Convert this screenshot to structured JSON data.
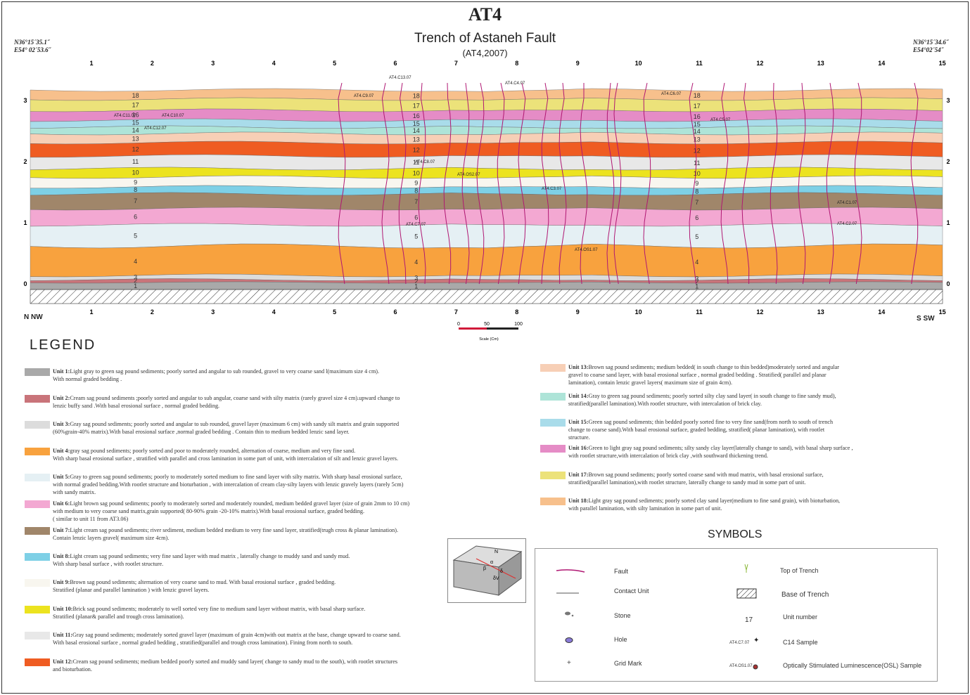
{
  "header": {
    "title": "AT4",
    "subtitle": "Trench of Astaneh Fault",
    "subsubtitle": "(AT4,2007)",
    "coord_left": [
      "N36°15´35.1˝",
      "E54° 02´53.6˝"
    ],
    "coord_right": [
      "N36°15´34.6˝",
      "E54°02´54˝"
    ],
    "dir_left": "N NW",
    "dir_right": "S SW"
  },
  "section": {
    "x_ticks": [
      "1",
      "2",
      "3",
      "4",
      "5",
      "6",
      "7",
      "8",
      "9",
      "10",
      "11",
      "12",
      "13",
      "14",
      "15"
    ],
    "y_ticks": [
      "0",
      "1",
      "2",
      "3"
    ],
    "scale_labels": [
      "0",
      "50",
      "100"
    ],
    "scale_unit": "Scale (Cm)",
    "units": [
      {
        "id": "18",
        "label": "18",
        "color": "#f7c08c"
      },
      {
        "id": "17",
        "label": "17",
        "color": "#ece27a"
      },
      {
        "id": "16",
        "label": "16",
        "color": "#e58cc6"
      },
      {
        "id": "15",
        "label": "15",
        "color": "#a9dcea"
      },
      {
        "id": "14",
        "label": "14",
        "color": "#aee4d8"
      },
      {
        "id": "13",
        "label": "13",
        "color": "#f7cfb6"
      },
      {
        "id": "12",
        "label": "12",
        "color": "#ef5c22"
      },
      {
        "id": "11",
        "label": "11",
        "color": "#e8e8e8"
      },
      {
        "id": "10",
        "label": "10",
        "color": "#ece31f"
      },
      {
        "id": "9",
        "label": "9",
        "color": "#f8f6ef"
      },
      {
        "id": "8",
        "label": "8",
        "color": "#7ed0e6"
      },
      {
        "id": "7",
        "label": "7",
        "color": "#a0866a"
      },
      {
        "id": "6",
        "label": "6",
        "color": "#f3a8d2"
      },
      {
        "id": "5",
        "label": "5",
        "color": "#e5f0f4"
      },
      {
        "id": "4",
        "label": "4",
        "color": "#f8a23e"
      },
      {
        "id": "3",
        "label": "3",
        "color": "#dcdcdc"
      },
      {
        "id": "2",
        "label": "2",
        "color": "#c9747a"
      },
      {
        "id": "1",
        "label": "1",
        "color": "#a9a9a9"
      }
    ],
    "samples": [
      "AT4.C13.07",
      "AT4.C9.07",
      "AT4.C10.07",
      "AT4.C12.07",
      "AT4.C11.07",
      "AT4.C8.07",
      "AT4.OS2.07",
      "AT4.C5.07",
      "AT4.C7.07",
      "AT4.OS1.07",
      "AT4.C6.07",
      "AT4.C4.07",
      "AT4.C3.07",
      "AT4.C1.07",
      "AT4.C2.07"
    ]
  },
  "legend": {
    "title": "LEGEND",
    "items": [
      {
        "unit": "Unit 1:",
        "color": "#a9a9a9",
        "text": "Light gray to green sag pound sediments; poorly sorted and angular to sub rounded, gravel to  very coarse sand l(maximum size  4 cm).",
        "text2": "With normal graded bedding ."
      },
      {
        "unit": "Unit 2:",
        "color": "#c9747a",
        "text": "Cream sag pound sediments ;poorly sorted and angular to sub angular, coarse sand with silty matrix (rarely gravel size 4 cm).upward change to",
        "text2": "lenzic buffy sand .With basal erosional  surface , normal graded bedding."
      },
      {
        "unit": "Unit 3:",
        "color": "#dcdcdc",
        "text": "Gray sag pound sediments; poorly sorted and angular to sub rounded, gravel layer (maximum 6 cm) with sandy silt matrix and grain supported",
        "text2": "(60%grain-40% matrix).With basal erosional surface ,normal graded bedding . Contain thin to medium bedded lenzic sand layer."
      },
      {
        "unit": "Unit 4:",
        "color": "#f8a23e",
        "text": "gray sag pound sediments; poorly sorted and poor to moderately rounded, alternation of coarse, medium and very fine sand.",
        "text2": "With sharp basal erosional surface , stratified  with parallel and cross lamination in some part of unit, with intercalation of silt and lenzic gravel layers."
      },
      {
        "unit": "Unit 5:",
        "color": "#e5f0f4",
        "text": "Gray to green sag pound sediments; poorly to moderately sorted medium to fine sand layer with silty matrix. With sharp basal erosional surface,",
        "text2": "with normal graded bedding.With rootlet structure and bioturbation , with intercalation of cream clay-silty layers with lenzic gravely layers (rarely 5cm)",
        "text3": "with sandy matrix."
      },
      {
        "unit": "Unit 6:",
        "color": "#f3a8d2",
        "text": "Light brown sag pound sediments; poorly to moderately sorted and moderately rounded, medium bedded gravel layer (size of grain 2mm to 10 cm)",
        "text2": "with medium to very coarse sand matrix,grain supported( 80-90% grain -20-10% matrix).With basal  erosional surface, graded bedding.",
        "text3": "( similar to unit 11 from AT3.06)"
      },
      {
        "unit": "Unit 7:",
        "color": "#a0866a",
        "text": "Light cream sag pound sediments; river sediment, medium bedded medium to very fine sand layer,  stratified(trugh cross & planar lamination).",
        "text2": "Contain lenzic layers gravel( maximum size 4cm)."
      },
      {
        "unit": "Unit 8:",
        "color": "#7ed0e6",
        "text": "Light cream sag pound sediments; very fine sand layer with mud matrix , laterally change to muddy sand and sandy mud.",
        "text2": "With sharp basal surface , with rootlet structure."
      },
      {
        "unit": "Unit 9:",
        "color": "#f8f6ef",
        "text": "Brown sag pound sediments; alternation of very coarse sand to mud. With basal erosional surface , graded bedding.",
        "text2": "Stratified (planar and parallel lamination ) with lenzic gravel layers."
      },
      {
        "unit": "Unit 10:",
        "color": "#ece31f",
        "text": "Brick sag pound sediments; moderately to well sorted very fine  to medium sand  layer without matrix, with basal sharp surface.",
        "text2": "Stratified (planar& parallel and trough cross lamination)."
      },
      {
        "unit": "Unit 11:",
        "color": "#e8e8e8",
        "text": "Gray sag pound sediments; moderately sorted gravel layer (maximum of grain 4cm)with out matrix at the base, change upward to coarse sand.",
        "text2": "With basal erosional surface , normal graded bedding , stratified(parallel and trough cross lamination). Fining from north to south."
      },
      {
        "unit": "Unit 12:",
        "color": "#ef5c22",
        "text": "Cream sag pound sediments; medium bedded poorly sorted and  muddy sand layer( change to sandy mud to the south), with rootlet structures",
        "text2": "and bioturbation."
      },
      {
        "unit": "Unit 13:",
        "color": "#f7cfb6",
        "text": "Brown sag pound sediments; medium bedded( in south change to thin bedded)moderately sorted and angular",
        "text2": "gravel to coarse sand layer, with basal erosional surface , normal graded bedding . Stratified( parallel and planar",
        "text3": "lamination),  contain lenzic gravel layers( maximum size of grain 4cm)."
      },
      {
        "unit": "Unit 14:",
        "color": "#aee4d8",
        "text": "Gray to green sag pound sediments; poorly sorted silty clay sand layer( in south change to fine sandy mud),",
        "text2": "stratified(parallel lamination).With rootlet structure, with intercalation of brick clay."
      },
      {
        "unit": "Unit 15:",
        "color": "#a9dcea",
        "text": "Green sag pound sediments; thin bedded poorly sorted fine to very fine sand(from north to south of trench",
        "text2": "change to coarse sand).With basal erosional surface, graded bedding, stratified( planar lamination), with rootlet",
        "text3": "structure."
      },
      {
        "unit": "Unit 16:",
        "color": "#e58cc6",
        "text": "Green to light gray sag pound sediments; silty sandy clay layer(laterally change to sand), with basal sharp surface ,",
        "text2": "with rootlet structure,with intercalation of brick clay ,with southward thickening trend."
      },
      {
        "unit": "Unit 17:",
        "color": "#ece27a",
        "text": "Brown sag pound sediments; poorly sorted coarse sand with mud matrix, with basal erosional surface,",
        "text2": "stratified(parallel lamination),with rootlet structure, laterally change to sandy mud in some part of unit."
      },
      {
        "unit": "Unit 18:",
        "color": "#f7c08c",
        "text": "Light gray sag pound sediments; poorly sorted clay sand layer(medium to fine sand grain), with bioturbation,",
        "text2": "with parallel lamination, with silty lamination in some part of unit."
      }
    ]
  },
  "symbols": {
    "title": "SYMBOLS",
    "items": [
      {
        "name": "fault",
        "label": "Fault"
      },
      {
        "name": "contact-unit",
        "label": "Contact Unit"
      },
      {
        "name": "stone",
        "label": "Stone"
      },
      {
        "name": "hole",
        "label": "Hole"
      },
      {
        "name": "grid-mark",
        "label": "Grid Mark"
      },
      {
        "name": "top-of-trench",
        "label": "Top of Trench"
      },
      {
        "name": "base-of-trench",
        "label": "Base of Trench"
      },
      {
        "name": "unit-number",
        "label": "Unit number",
        "sample": "17"
      },
      {
        "name": "c14-sample",
        "label": "C14 Sample",
        "sample": "AT4.C7.07"
      },
      {
        "name": "osl-sample",
        "label": "Optically Stimulated Luminescence(OSL) Sample",
        "sample": "AT4.OS1.07"
      }
    ]
  },
  "block_diagram": {
    "labels": [
      "N",
      "β",
      "α",
      "δ",
      "δV"
    ]
  }
}
